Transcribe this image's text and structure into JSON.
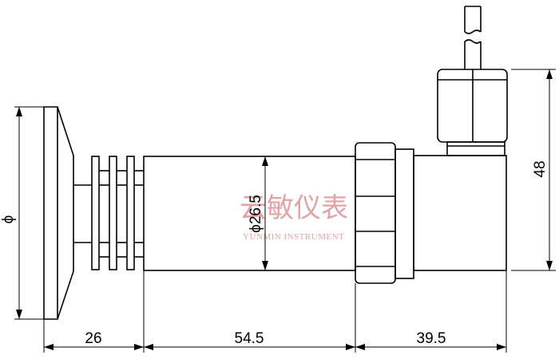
{
  "dimensions": {
    "diameter_symbol": "ϕ",
    "bore_diameter": "ϕ26.5",
    "height": "48",
    "length_1": "26",
    "length_2": "54.5",
    "length_3": "39.5"
  },
  "watermark": {
    "chinese": "云敏仪表",
    "english": "YUNMIN INSTRUMENT"
  }
}
